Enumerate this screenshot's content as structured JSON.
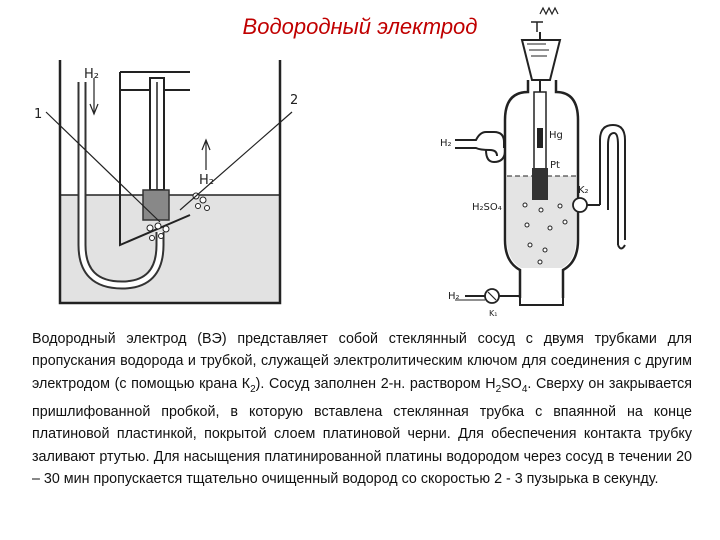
{
  "title": "Водородный электрод",
  "left_figure": {
    "label_1": "1",
    "label_2": "2",
    "label_h2_in": "H₂",
    "label_h2_out": "H₂"
  },
  "right_figure": {
    "label_h2_left": "H₂",
    "label_hg": "Hg",
    "label_pt": "Pt",
    "label_k2": "K₂",
    "label_h2so4": "H₂SO₄",
    "label_h2_bottom": "H₂",
    "label_k1": "K₁"
  },
  "description": {
    "p1": "Водородный электрод (ВЭ) представляет собой стеклянный сосуд с двумя трубками для пропускания водорода и трубкой, служащей электролитическим ключом для соединения с другим электродом (с помощью крана К",
    "k2_sub": "2",
    "p2": "). Сосуд заполнен 2-н. раствором H",
    "h_sub": "2",
    "p3": "SO",
    "so_sub": "4",
    "p4": ". Сверху он закрывается пришлифованной пробкой, в которую вставлена стеклянная трубка с впаянной на конце платиновой пластинкой, покрытой слоем платиновой черни. Для обеспечения контакта трубку заливают ртутью. Для насыщения платинированной платины водородом через сосуд в течении 20 – 30 мин пропускается тщательно очищенный водород со скоростью 2 - 3 пузырька в секунду."
  }
}
